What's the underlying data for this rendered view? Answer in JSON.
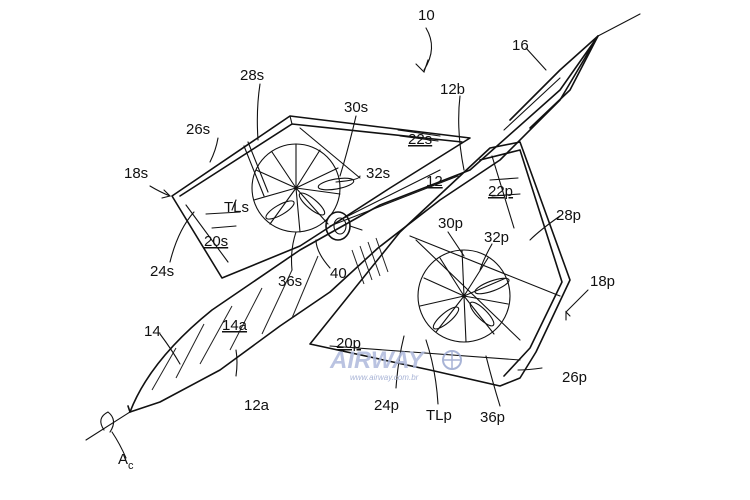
{
  "figure": {
    "labels": {
      "l10": "10",
      "l16": "16",
      "l12b": "12b",
      "l28s": "28s",
      "l30s": "30s",
      "l26s": "26s",
      "l22s": "22s",
      "l18s": "18s",
      "l32s": "32s",
      "l12": "12",
      "l22p": "22p",
      "lTLs": "TLs",
      "l20s": "20s",
      "l24s": "24s",
      "l36s": "36s",
      "l40": "40",
      "l30p": "30p",
      "l32p": "32p",
      "l28p": "28p",
      "l18p": "18p",
      "l14": "14",
      "l14a": "14a",
      "l20p": "20p",
      "l26p": "26p",
      "l12a": "12a",
      "l24p": "24p",
      "lTLp": "TLp",
      "l36p": "36p",
      "lAc": "A",
      "lAcSub": "c"
    },
    "watermark": {
      "brand": "AIRWAY",
      "url": "www.airway.com.br"
    }
  }
}
